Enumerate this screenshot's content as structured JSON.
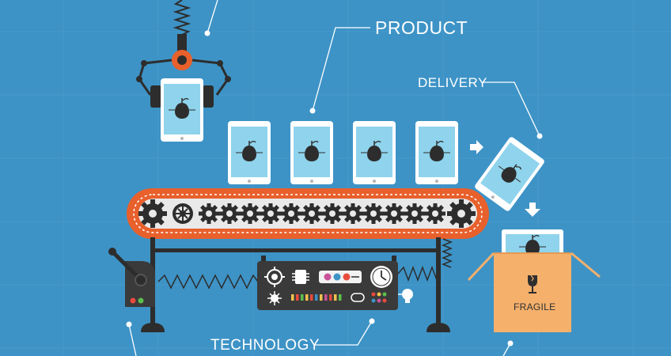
{
  "labels": {
    "product": "PRODUCT",
    "delivery": "DELIVERY",
    "technology": "TECHNOLOGY",
    "fragile": "FRAGILE"
  },
  "colors": {
    "background": "#3d93c6",
    "belt_orange": "#e8602c",
    "machine_dark": "#3a3a3a",
    "tablet_screen": "#8fd3ec",
    "box": "#f5b06b",
    "line": "#ffffff"
  },
  "icons": [
    "pear-logo-icon",
    "arrow-right-icon",
    "arrow-down-icon",
    "fragile-glass-icon",
    "gear-icon",
    "clock-icon",
    "lightbulb-icon",
    "robot-claw-icon",
    "lever-icon"
  ]
}
